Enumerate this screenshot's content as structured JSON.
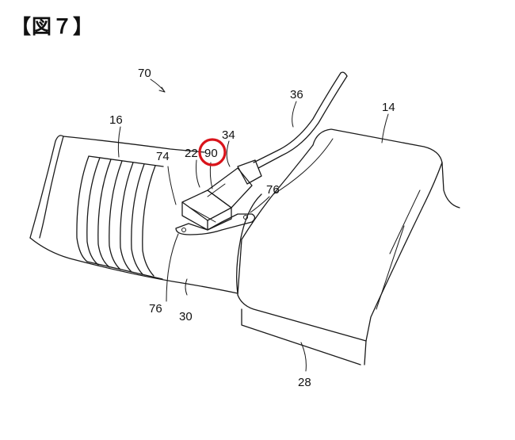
{
  "figure_title": "【図７】",
  "labels": {
    "l70": "70",
    "l36": "36",
    "l14": "14",
    "l16": "16",
    "l34": "34",
    "l22": "22",
    "l90": "90",
    "l74": "74",
    "l76_right": "76",
    "l76_bottom": "76",
    "l30": "30",
    "l28": "28"
  },
  "highlight_color": "#d9141b",
  "icons": [
    "red-circle-highlight"
  ]
}
